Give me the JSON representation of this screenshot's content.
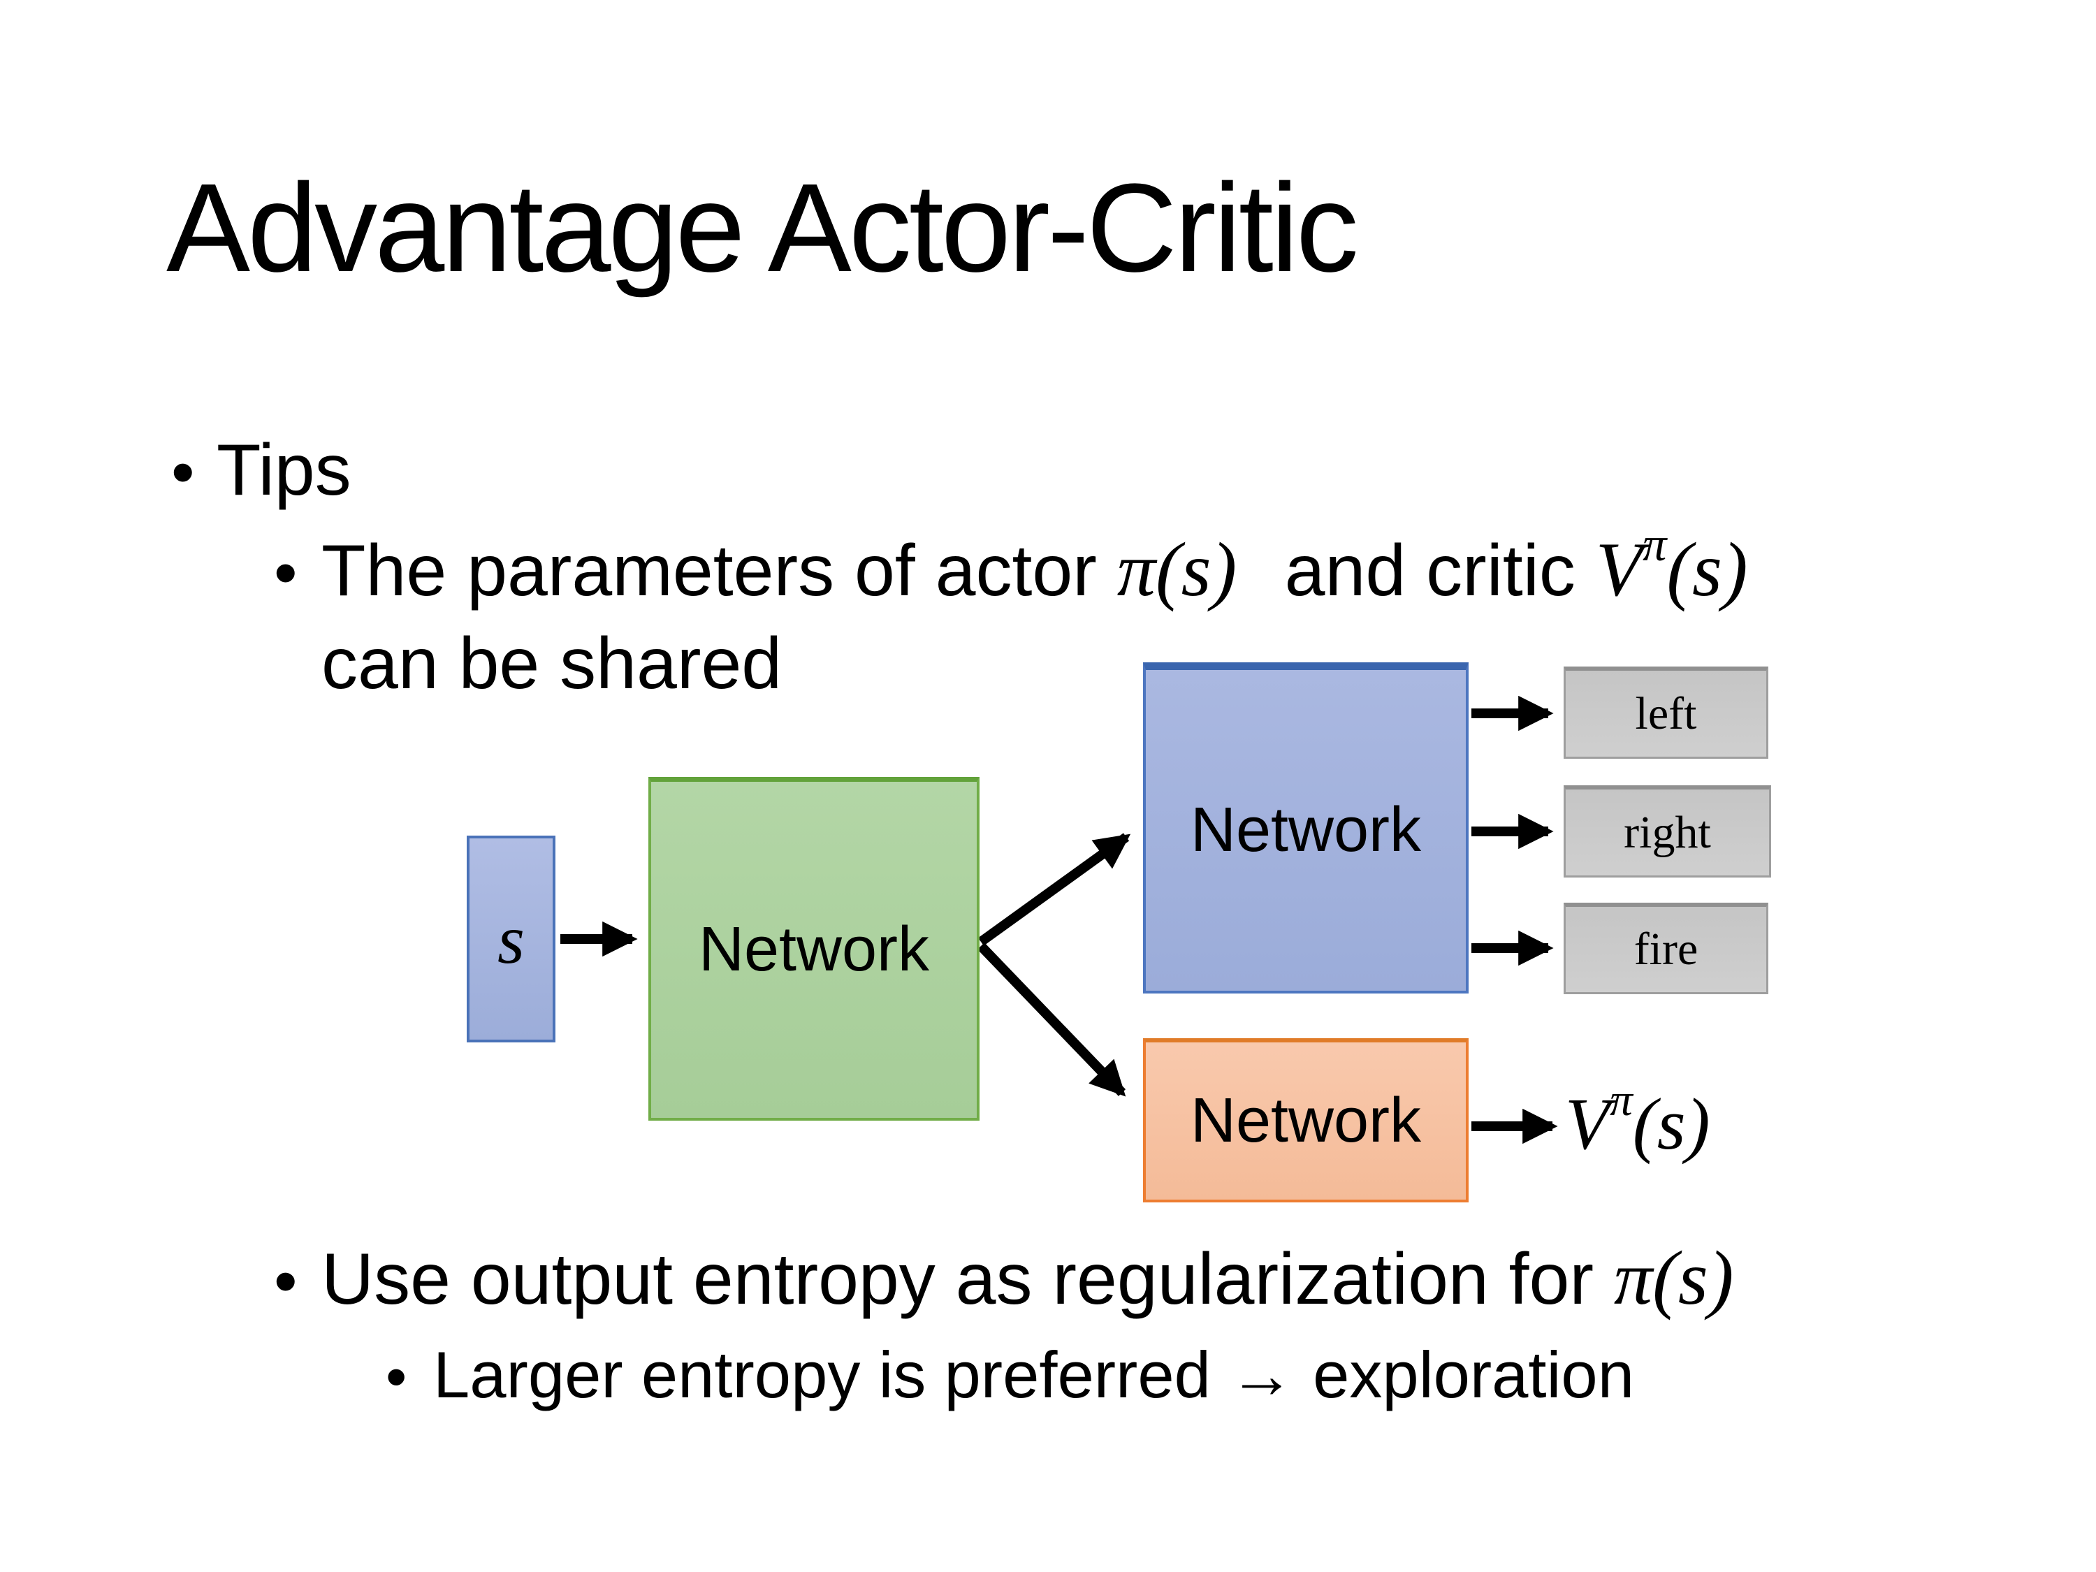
{
  "slide": {
    "title": "Advantage Actor-Critic"
  },
  "bullets": {
    "glyph": "•",
    "tips": "Tips",
    "param_pre": "The parameters of actor ",
    "param_math": "π(s)",
    "param_mid": " and critic ",
    "critic_base": "V",
    "critic_sup": "π",
    "critic_args": "(s)",
    "param_line2": "can be shared",
    "entropy_pre": "Use output entropy as regularization for ",
    "entropy_math": "π(s)",
    "larger": "Larger entropy is preferred → exploration"
  },
  "diagram": {
    "input_label": "s",
    "shared_network_label": "Network",
    "actor_network_label": "Network",
    "critic_network_label": "Network",
    "actions": [
      "left",
      "right",
      "fire"
    ],
    "value_base": "V",
    "value_sup": "π",
    "value_args": "(s)",
    "colors": {
      "shared_fill": "#aed3a0",
      "shared_border": "#70ad47",
      "actor_fill": "#a6b5e0",
      "actor_border": "#4472c4",
      "critic_fill": "#f8c7ab",
      "critic_border": "#ed7d31",
      "action_fill": "#c9c9c9",
      "action_border": "#a6a6a6",
      "input_fill": "#a9b7e0",
      "input_border": "#4a72b8",
      "arrow": "#000000",
      "background": "#ffffff",
      "text": "#000000"
    }
  }
}
